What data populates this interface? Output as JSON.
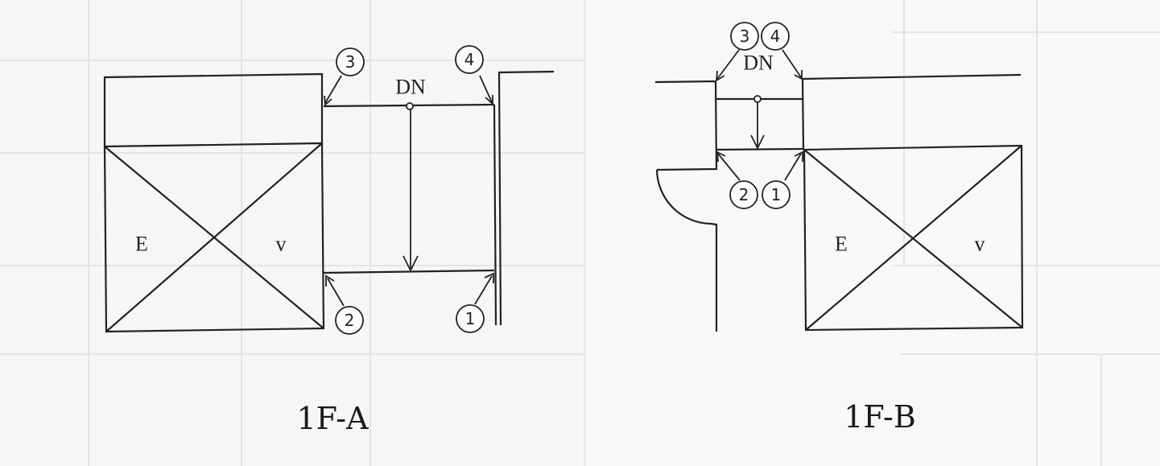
{
  "panel_a": {
    "title": "1F-A",
    "direction_label": "DN",
    "elevator_letters": [
      "E",
      "v"
    ],
    "callouts": [
      "1",
      "2",
      "3",
      "4"
    ]
  },
  "panel_b": {
    "title": "1F-B",
    "direction_label": "DN",
    "elevator_letters": [
      "E",
      "v"
    ],
    "callouts": [
      "1",
      "2",
      "3",
      "4"
    ]
  }
}
